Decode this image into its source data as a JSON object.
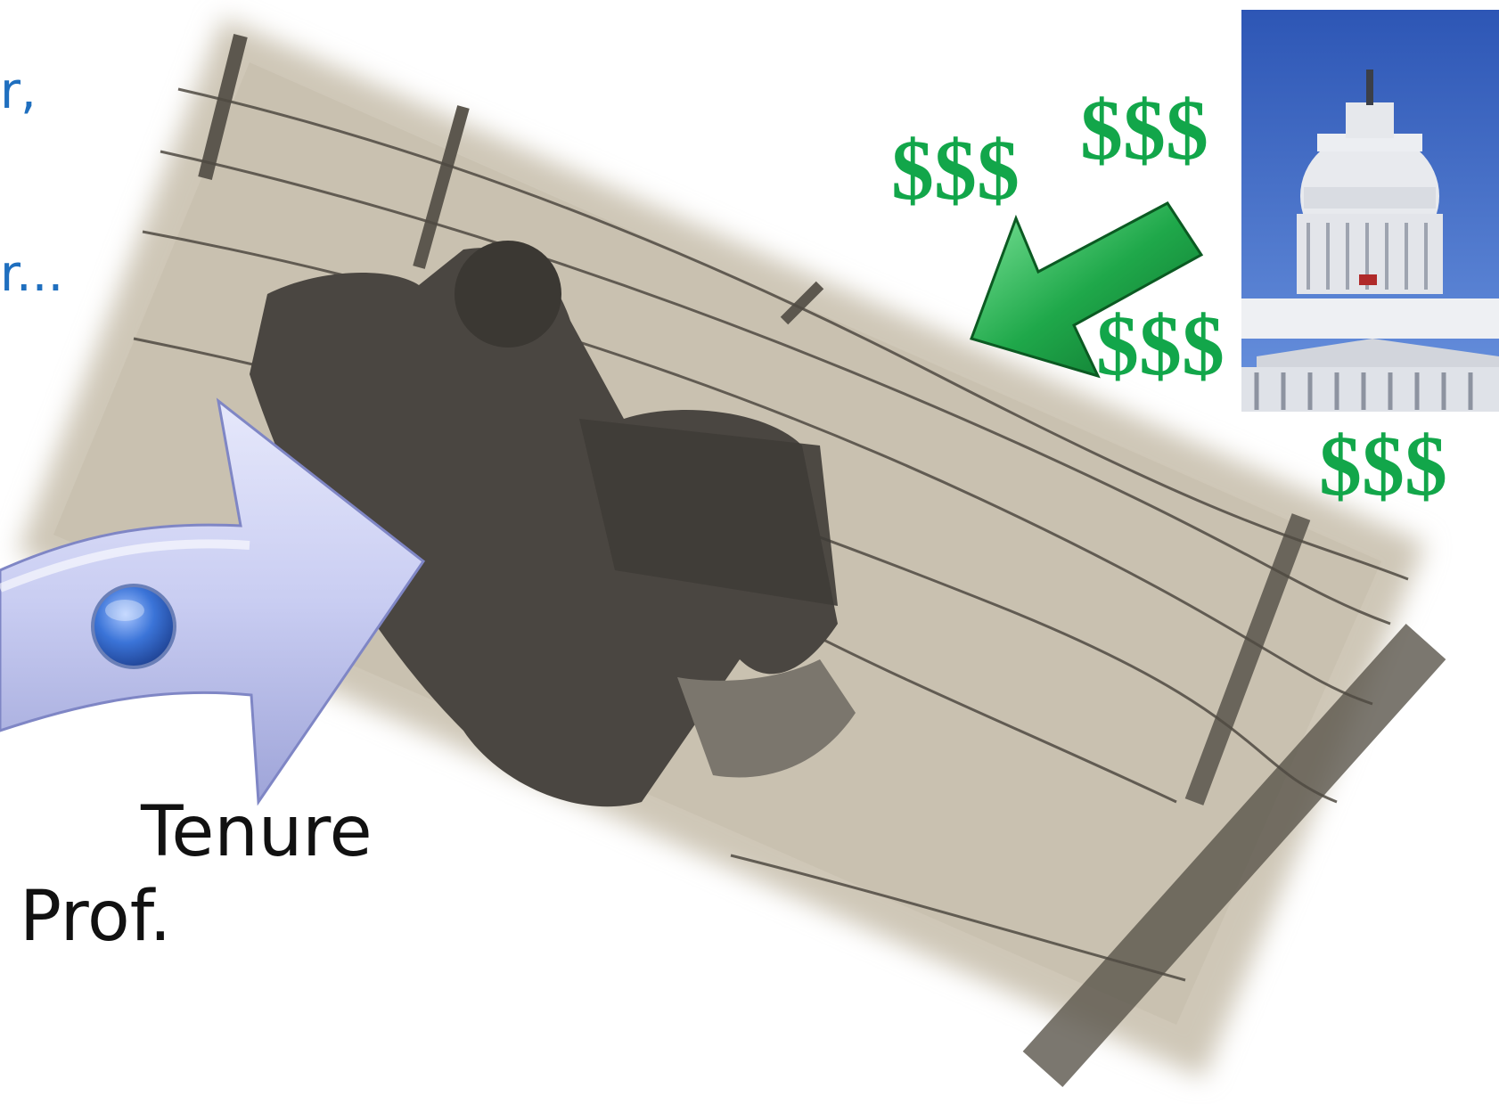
{
  "slide": {
    "left_edge_fragments": [
      "r,",
      "r..."
    ],
    "money_labels": [
      "$$$",
      "$$$",
      "$$$",
      "$$$"
    ],
    "tenure_label": "Tenure",
    "prof_label": "Prof."
  },
  "colors": {
    "money_green": "#12a64a",
    "blue_text": "#1f6fbf",
    "arrow_green": "#2fbf5a",
    "arrow_lavender": "#c9cdf2",
    "sky_blue": "#3d6dc4"
  },
  "icons": {
    "photo": "soldier-at-barbed-wire-photo",
    "building": "capitol-dome-photo",
    "green_arrow": "green-arrow-icon",
    "big_arrow": "lavender-arrow-icon",
    "button": "blue-dot-icon"
  }
}
